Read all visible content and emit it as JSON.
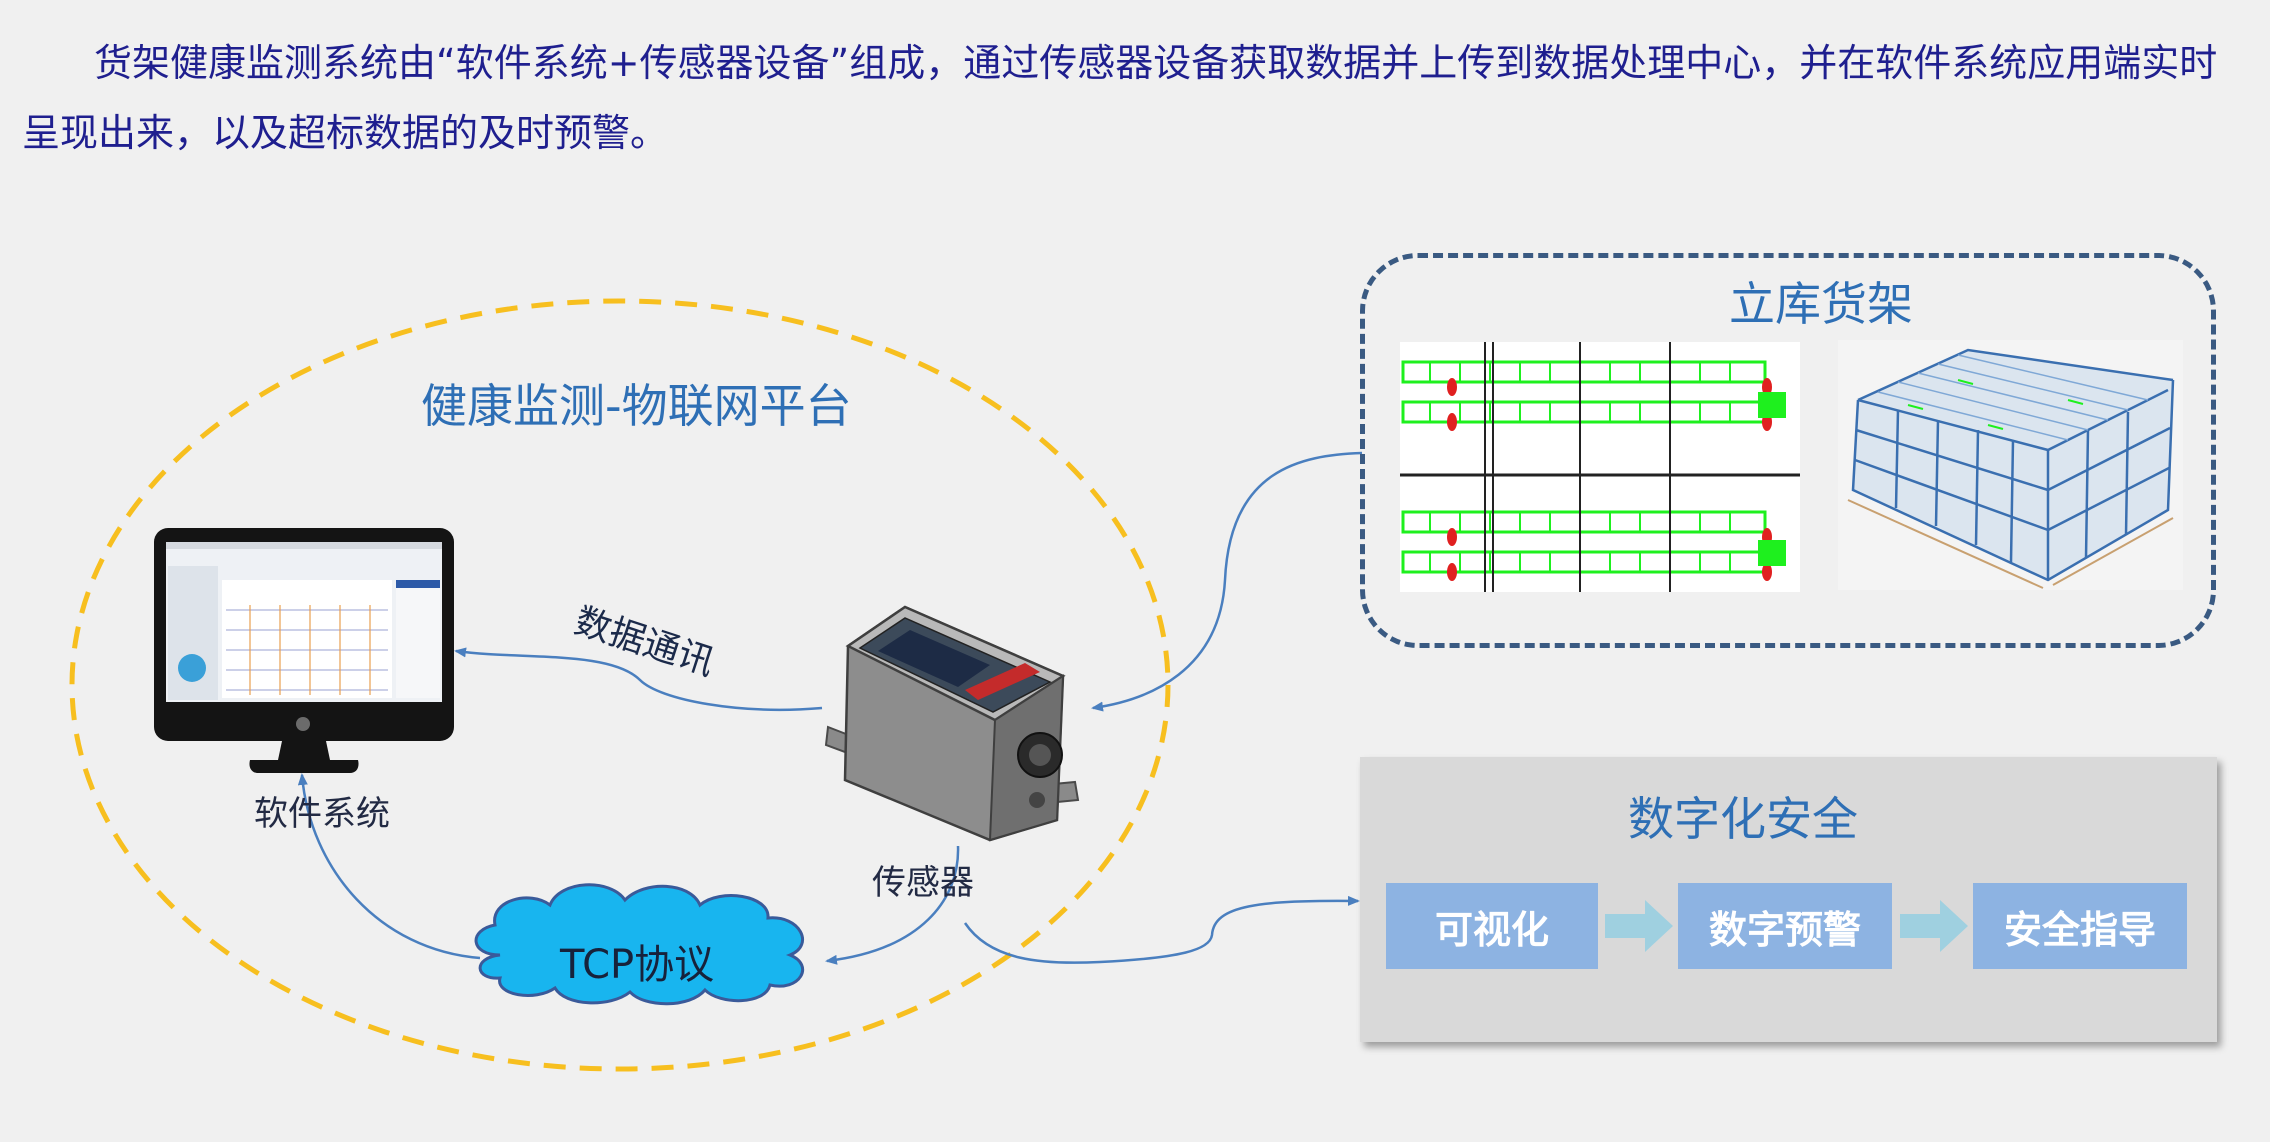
{
  "intro": {
    "text": "货架健康监测系统由“软件系统+传感器设备”组成，通过传感器设备获取数据并上传到数据处理中心，并在软件系统应用端实时呈现出来，以及超标数据的及时预警。"
  },
  "platform": {
    "title": "健康监测-物联网平台",
    "software_label": "软件系统",
    "sensor_label": "传感器",
    "comm_label": "数据通讯",
    "protocol_label": "TCP协议"
  },
  "warehouse": {
    "title": "立库货架"
  },
  "safety": {
    "title": "数字化安全",
    "steps": [
      "可视化",
      "数字预警",
      "安全指导"
    ]
  },
  "colors": {
    "intro_text": "#1f1f8f",
    "title_blue": "#2e6fb5",
    "ellipse_dash": "#f7bf1f",
    "frame_dash": "#3a5a82",
    "connector": "#4a7fbf",
    "step_fill": "#8db3e2",
    "arrow_fill": "#9fd0e0",
    "cloud_fill": "#18b5ef",
    "rack_green": "#1ef01e"
  }
}
